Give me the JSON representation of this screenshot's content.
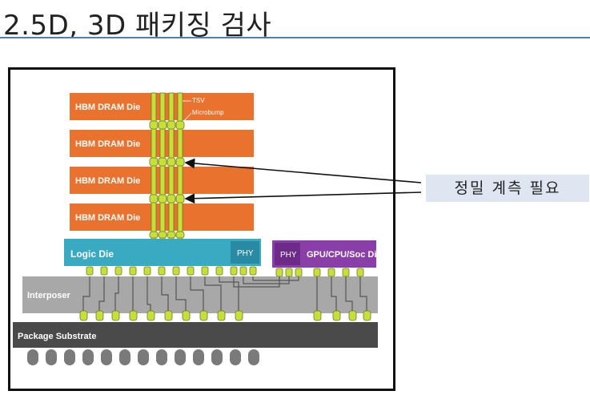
{
  "title": "2.5D, 3D 패키징 검사",
  "callout": "정밀 계측 필요",
  "labels": {
    "hbm": [
      "HBM DRAM Die",
      "HBM DRAM Die",
      "HBM DRAM Die",
      "HBM DRAM Die"
    ],
    "tsv": "TSV",
    "microbump": "Microbump",
    "logic_die": "Logic Die",
    "phy_left": "PHY",
    "phy_right": "PHY",
    "gpu": "GPU/CPU/Soc Die",
    "interposer": "Interposer",
    "package_substrate": "Package Substrate"
  },
  "colors": {
    "hbm": "#e8722e",
    "logic": "#3aaac2",
    "phy": "#8a3fa8",
    "interposer": "#a8a8a8",
    "substrate": "#4a4a4a",
    "bump": "#c8de3c",
    "ball": "#7a7a7a",
    "title_rule": "#4a7fc0",
    "callout_bg": "#dfe6f2"
  }
}
